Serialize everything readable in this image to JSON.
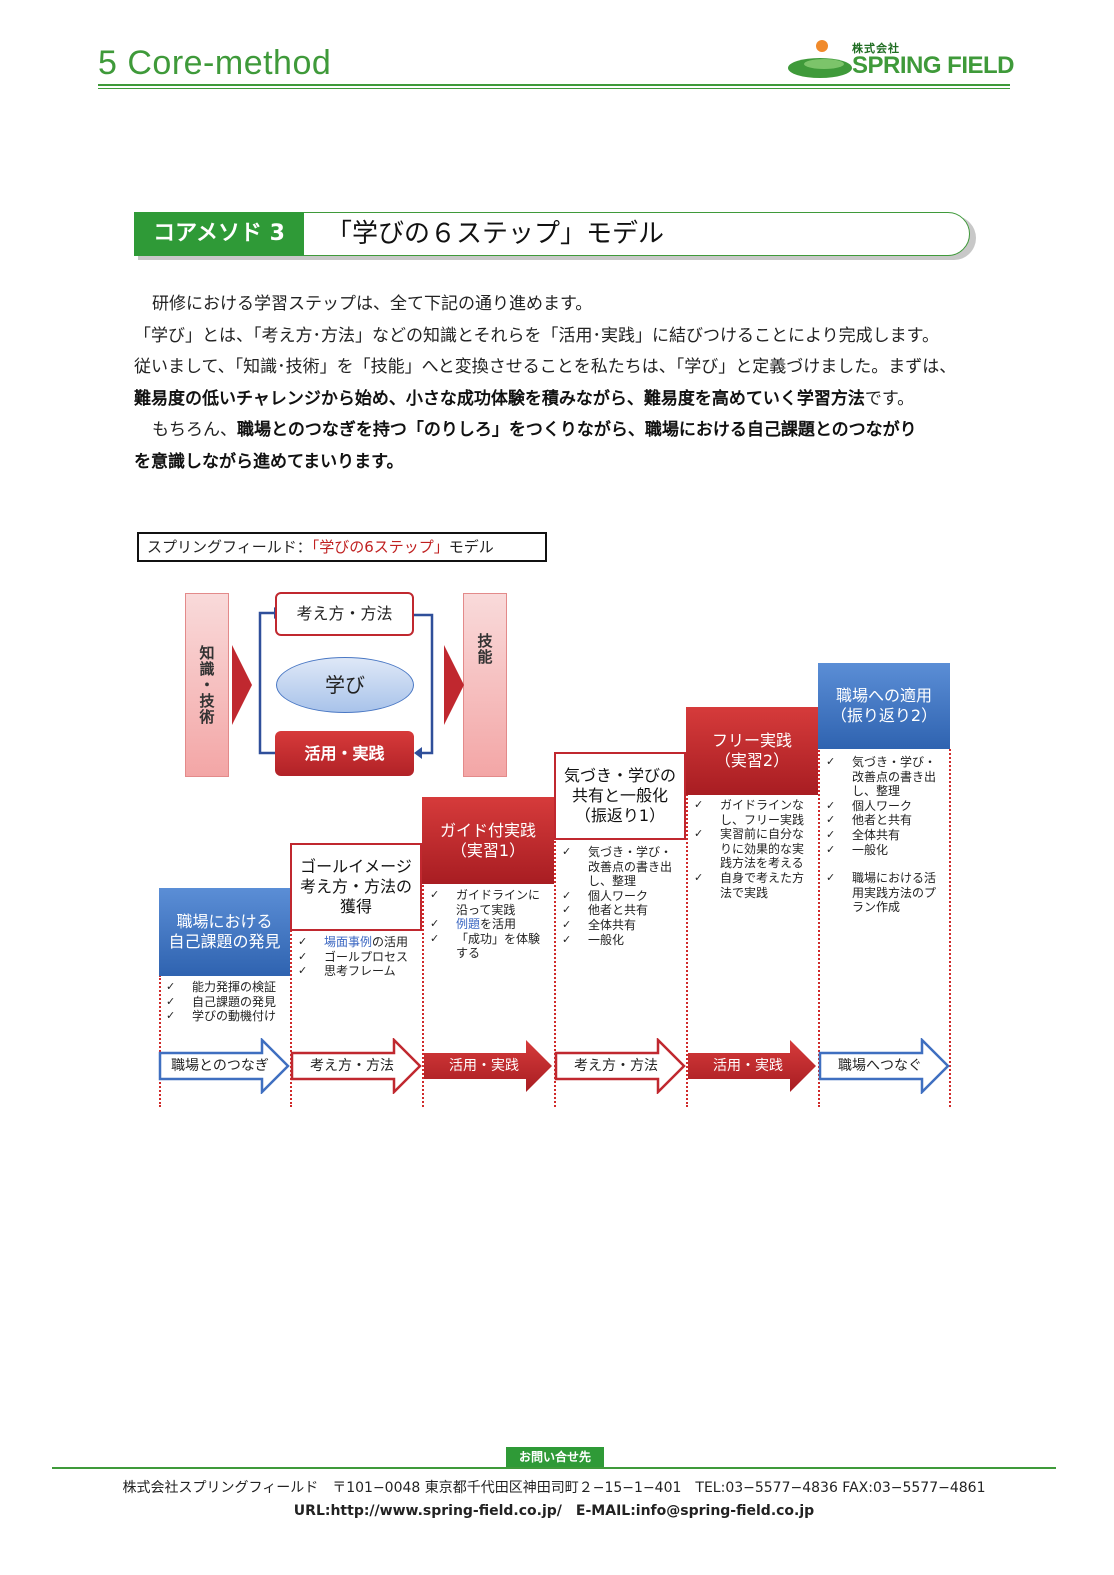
{
  "header": {
    "doc_title": "5 Core-method",
    "logo_sub": "株式会社",
    "logo_main": "SPRING FIELD"
  },
  "section": {
    "tag": "コアメソド 3",
    "title": "「学びの６ステップ」モデル"
  },
  "body": {
    "p1": "研修における学習ステップは、全て下記の通り進めます。",
    "p2": "「学び」とは、「考え方･方法」などの知識とそれらを「活用･実践」に結びつけることにより完成します。",
    "p3": "従いまして、「知識･技術」を「技能」へと変換させることを私たちは、「学び」と定義づけました。まずは、",
    "p4_bold": "難易度の低いチャレンジから始め、小さな成功体験を積みながら、難易度を高めていく学習方法",
    "p4_tail": "です。",
    "p5_pre": "もちろん、",
    "p5_bold": "職場とのつなぎを持つ「のりしろ」をつくりながら、職場における自己課題とのつながり",
    "p6_bold": "を意識しながら進めてまいります。"
  },
  "diagram": {
    "caption_pre": "スプリングフィールド：",
    "caption_red": "「学びの6ステップ」",
    "caption_post": "モデル",
    "left_bar": "知識・技術",
    "right_bar": "技能",
    "top_box": "考え方・方法",
    "center": "学び",
    "bottom_box": "活用・実践"
  },
  "steps": [
    {
      "title_lines": [
        "職場における",
        "自己課題の発見"
      ],
      "items": [
        "能力発揮の検証",
        "自己課題の発見",
        "学びの動機付け"
      ],
      "arrow": "職場とのつなぎ"
    },
    {
      "title_lines": [
        "ゴールイメージ",
        "考え方・方法の",
        "獲得"
      ],
      "item1_hl": "場面事例",
      "item1_tail": "の活用",
      "items_rest": [
        "ゴールプロセス",
        "思考フレーム"
      ],
      "arrow": "考え方・方法"
    },
    {
      "title_lines": [
        "ガイド付実践",
        "（実習1）"
      ],
      "item1": "ガイドラインに沿って実践",
      "item2_hl": "例題",
      "item2_tail": "を活用",
      "item3": "「成功」を体験する",
      "arrow": "活用・実践"
    },
    {
      "title_lines": [
        "気づき・学びの",
        "共有と一般化",
        "（振返り1）"
      ],
      "items": [
        "気づき・学び・改善点の書き出し、整理",
        "個人ワーク",
        "他者と共有",
        "全体共有",
        "一般化"
      ],
      "arrow": "考え方・方法"
    },
    {
      "title_lines": [
        "フリー実践",
        "（実習2）"
      ],
      "items": [
        "ガイドラインなし、フリー実践",
        "実習前に自分なりに効果的な実践方法を考える",
        "自身で考えた方法で実践"
      ],
      "arrow": "活用・実践"
    },
    {
      "title_lines": [
        "職場への適用",
        "（振り返り2）"
      ],
      "items": [
        "気づき・学び・改善点の書き出し、整理",
        "個人ワーク",
        "他者と共有",
        "全体共有",
        "一般化",
        "職場における活用実践方法のプラン作成"
      ],
      "arrow": "職場へつなぐ"
    }
  ],
  "footer": {
    "tag": "お問い合せ先",
    "line1": "株式会社スプリングフィールド　〒101−0048 東京都千代田区神田司町２−15−1−401　TEL:03−5577−4836 FAX:03−5577−4861",
    "line2": "URL:http://www.spring-field.co.jp/　E-MAIL:info@spring-field.co.jp"
  },
  "colors": {
    "brand_green": "#3f9a3a",
    "accent_red": "#b12227",
    "accent_blue": "#2f63b0"
  }
}
